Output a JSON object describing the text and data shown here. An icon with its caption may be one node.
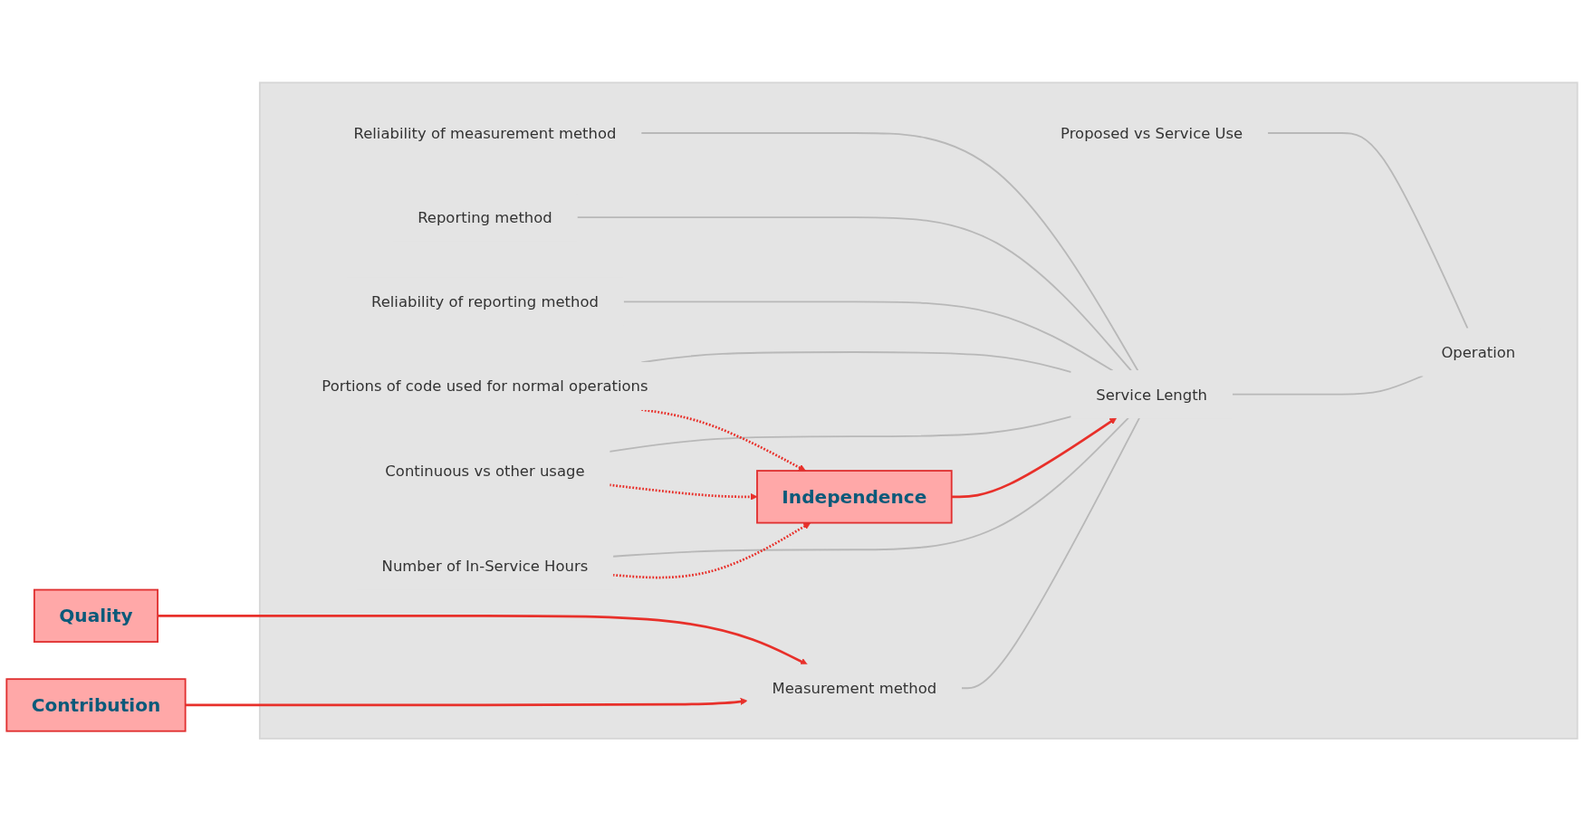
{
  "diagram": {
    "nodes": [
      {
        "text": [],
        "shape": "box"
      },
      {
        "text": [
          "Quality"
        ]
      },
      {
        "text": [
          "Contribution"
        ]
      },
      {
        "text": [
          "Proposed vs Service Use"
        ],
        "in": 0
      },
      {
        "text": [
          "Measurement method"
        ],
        "in": 0
      },
      {
        "text": [
          "Reliability of measurement method"
        ],
        "in": 0
      },
      {
        "text": [
          "Reporting method"
        ],
        "in": 0
      },
      {
        "text": [
          "Reliability of reporting method"
        ],
        "in": 0
      },
      {
        "text": [
          "Portions of code used for normal operations"
        ],
        "in": 0
      },
      {
        "text": [
          "Continuous vs other usage"
        ],
        "in": 0
      },
      {
        "text": [
          "Number of In-Service Hours"
        ],
        "in": 0
      },
      {
        "text": [
          "Service Length"
        ],
        "in": 0
      },
      {
        "text": [
          "Operation"
        ],
        "in": 0
      },
      {
        "text": [
          "Independence"
        ],
        "in": 0
      }
    ],
    "edges": [
      {
        "from": 12,
        "to": 3,
        "arrow": "none"
      },
      {
        "from": 12,
        "to": 11,
        "arrow": "none"
      },
      {
        "from": 11,
        "to": 4,
        "arrow": "none"
      },
      {
        "from": 11,
        "to": 5,
        "arrow": "none"
      },
      {
        "from": 11,
        "to": 6,
        "arrow": "none"
      },
      {
        "from": 11,
        "to": 7,
        "arrow": "none"
      },
      {
        "from": 11,
        "to": 8,
        "arrow": "none"
      },
      {
        "from": 11,
        "to": 9,
        "arrow": "none"
      },
      {
        "from": 11,
        "to": 10,
        "arrow": "none"
      },
      {
        "from": 1,
        "to": 4,
        "arrow": "to",
        "color": "#e8302a"
      },
      {
        "from": 2,
        "to": 4,
        "arrow": "to",
        "color": "#e8302a"
      },
      {
        "from": 13,
        "to": 11,
        "arrow": "to",
        "color": "#e8302a"
      },
      {
        "from": 8,
        "to": 13,
        "arrow": "to",
        "style": "dashed",
        "color": "#e8302a"
      },
      {
        "from": 9,
        "to": 13,
        "arrow": "to",
        "style": "dashed",
        "color": "#e8302a"
      },
      {
        "from": 10,
        "to": 13,
        "arrow": "to",
        "style": "dashed",
        "color": "#e8302a"
      }
    ]
  }
}
